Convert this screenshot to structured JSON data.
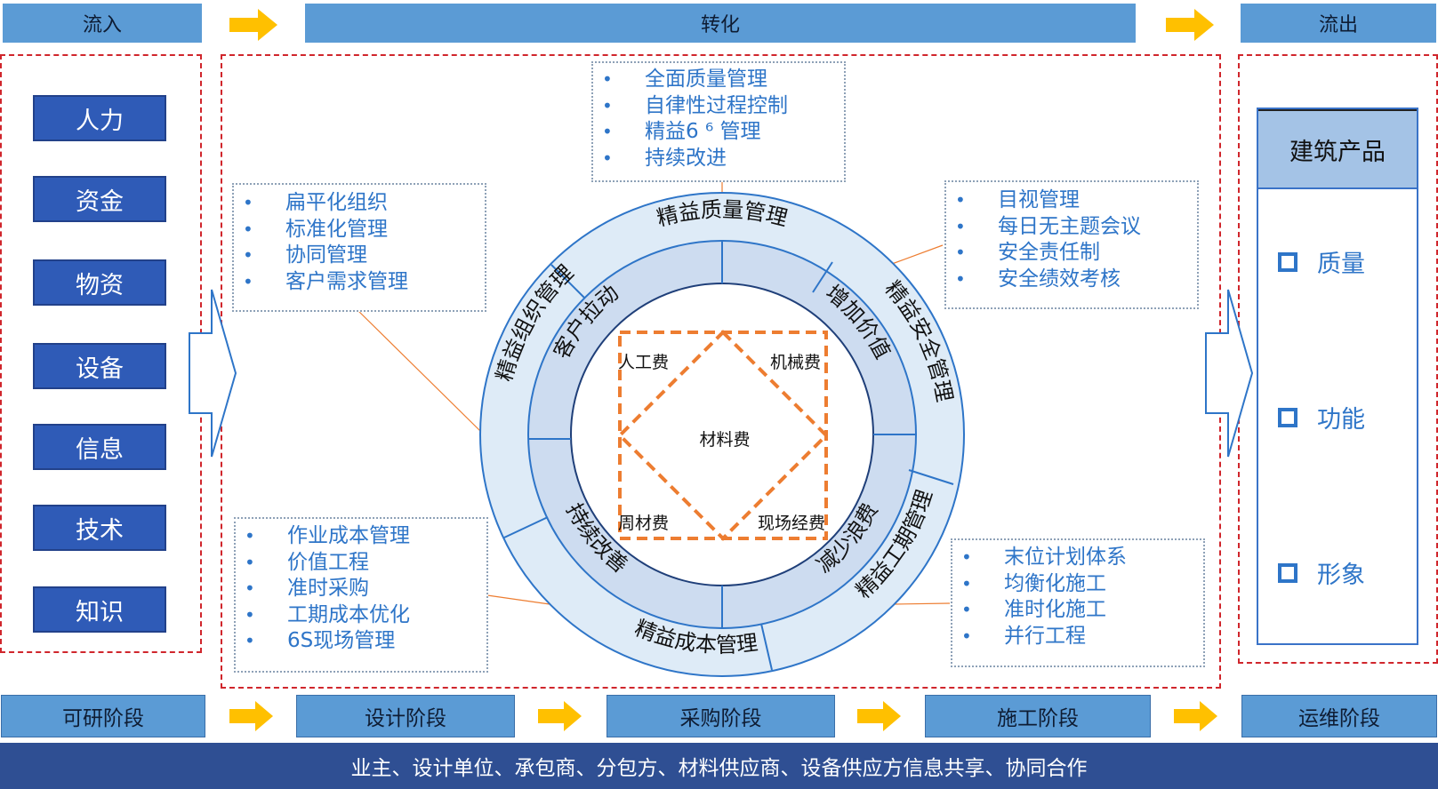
{
  "header": {
    "inflow": "流入",
    "transform": "转化",
    "outflow": "流出"
  },
  "inputs": [
    "人力",
    "资金",
    "物资",
    "设备",
    "信息",
    "技术",
    "知识"
  ],
  "notes": {
    "top": [
      "全面质量管理",
      "自律性过程控制",
      "精益6 ⁶ 管理",
      "持续改进"
    ],
    "left_top": [
      "扁平化组织",
      "标准化管理",
      "协同管理",
      "客户需求管理"
    ],
    "right_top": [
      "目视管理",
      "每日无主题会议",
      "安全责任制",
      "安全绩效考核"
    ],
    "left_bottom": [
      "作业成本管理",
      "价值工程",
      "准时采购",
      "工期成本优化",
      "6S现场管理"
    ],
    "right_bottom": [
      "末位计划体系",
      "均衡化施工",
      "准时化施工",
      "并行工程"
    ]
  },
  "wheel": {
    "outer": [
      "精益质量管理",
      "精益安全管理",
      "精益工期管理",
      "精益成本管理",
      "精益组织管理"
    ],
    "inner": [
      "增加价值",
      "减少浪费",
      "持续改善",
      "客户拉动"
    ],
    "costs": {
      "labor": "人工费",
      "machine": "机械费",
      "material": "材料费",
      "turnover": "周材费",
      "site": "现场经费"
    }
  },
  "product": {
    "title": "建筑产品",
    "items": [
      "质量",
      "功能",
      "形象"
    ]
  },
  "stages": [
    "可研阶段",
    "设计阶段",
    "采购阶段",
    "施工阶段",
    "运维阶段"
  ],
  "footer": "业主、设计单位、承包商、分包方、材料供应商、设备供应方信息共享、协同合作",
  "colors": {
    "header_blue": "#5b9bd5",
    "resource_blue": "#2f5bb7",
    "accent_orange": "#ed7d31",
    "arrow_yellow": "#ffc000",
    "dash_red": "#d0262c"
  }
}
